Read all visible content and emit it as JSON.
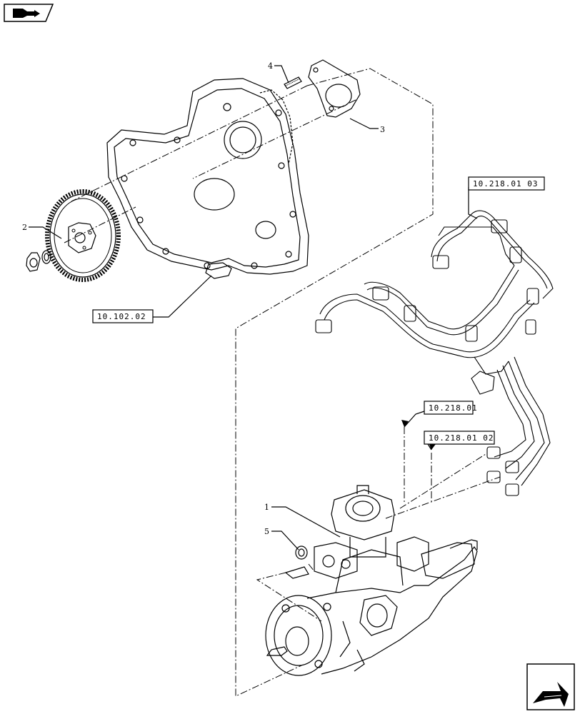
{
  "header_icon": {
    "icon": "book-arrow-icon"
  },
  "footer_icon": {
    "icon": "next-page-arrow-icon"
  },
  "callouts": {
    "c1": "1",
    "c2": "2",
    "c3": "3",
    "c4": "4",
    "c5": "5"
  },
  "references": {
    "r_10_102_02": "10.102.02",
    "r_10_218_01_03": "10.218.01 03",
    "r_10_218_01": "10.218.01",
    "r_10_218_01_02": "10.218.01 02"
  },
  "colors": {
    "line": "#000000",
    "background": "#ffffff"
  }
}
